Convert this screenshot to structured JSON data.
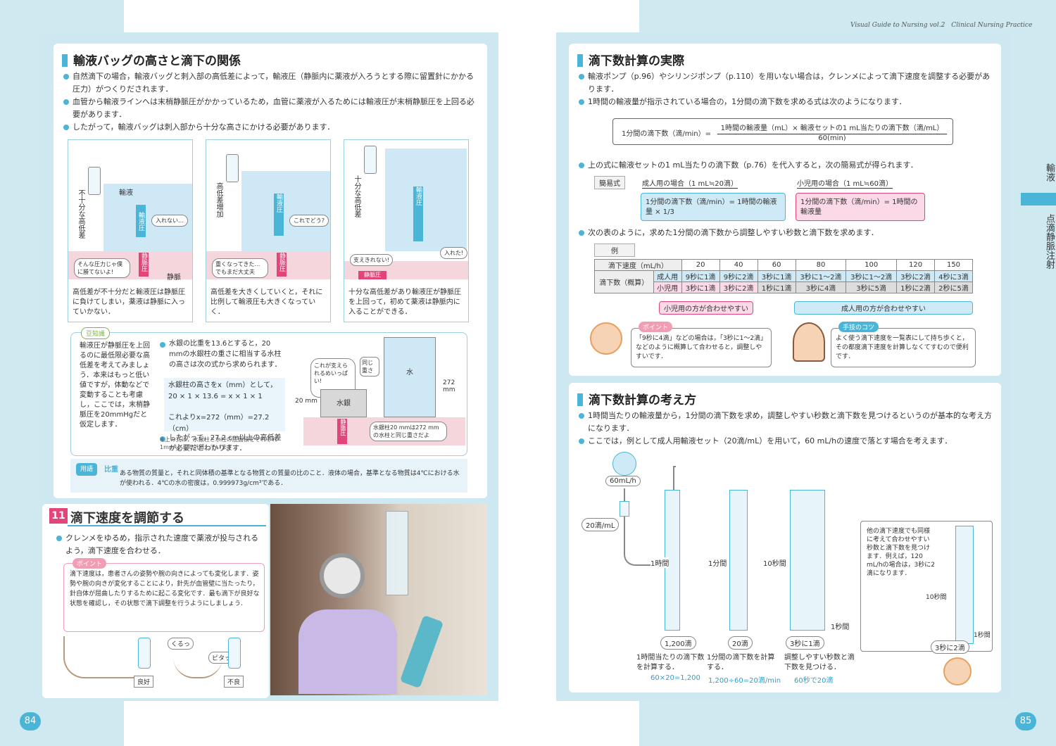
{
  "header": {
    "running": "Visual Guide to Nursing vol.2　Clinical Nursing Practice"
  },
  "left": {
    "section1": {
      "title": "輸液バッグの高さと滴下の関係",
      "bullets": [
        "自然滴下の場合，輸液バッグと刺入部の高低差によって，輸液圧（静脈内に薬液が入ろうとする際に留置針にかかる圧力）がつくりだされます．",
        "血管から輸液ラインへは末梢静脈圧がかかっているため，血管に薬液が入るためには輸液圧が末梢静脈圧を上回る必要があります．",
        "したがって，輸液バッグは刺入部から十分な高さにかける必要があります．"
      ],
      "panels": [
        {
          "side": "不十分な高低差",
          "bag": "輸液",
          "pressure": "輸液圧",
          "bubble": "入れない…",
          "vein_bubble": "そんな圧力じゃ僕に勝てないよ!",
          "vein_pressure": "静脈圧",
          "vein": "静脈",
          "caption": "高低差が不十分だと輸液圧は静脈圧に負けてしまい，薬液は静脈に入っていかない．"
        },
        {
          "side": "高低差増加",
          "pressure": "輸液圧",
          "bubble": "これでどう?",
          "vein_bubble": "重くなってきた…でもまだ大丈夫",
          "vein_pressure": "静脈圧",
          "caption": "高低差を大きくしていくと，それに比例して輸液圧も大きくなっていく．"
        },
        {
          "side": "十分な高低差",
          "pressure": "輸液圧",
          "bubble": "入れた!",
          "vein_bubble": "支えきれない!",
          "vein_pressure": "静脈圧",
          "caption": "十分な高低差があり輸液圧が静脈圧を上回って，初めて薬液は静脈内に入ることができる．"
        }
      ],
      "mame": {
        "label": "豆知識",
        "text": "輸液圧が静脈圧を上回るのに最低限必要な高低差を考えてみましょう．本来はもっと低い値ですが，体動などで変動することも考慮し，ここでは，末梢静脈圧を20mmHgだと仮定します．",
        "b1": "水銀の比重を13.6とすると，20 mmの水銀柱の重さに相当する水柱の高さは次の式から求められます．",
        "f1": "水銀柱の高さをx（mm）として，",
        "f2": "20 × 1 × 13.6 = x × 1 × 1",
        "f3": "これよりx=272（mm）=27.2（cm）",
        "b2": "したがって，27.2 cm以上の高低差が必要だとわかります．",
        "note": "※上の式は，水銀柱と水柱の底面積をそれぞれ1mm²として計算しています．",
        "d_bubble": "これが支えられるめいっぱい!",
        "d_same": "同じ重さ",
        "d_hg": "水銀",
        "d_water": "水",
        "d_20": "20 mm",
        "d_272": "272 mm",
        "d_vp": "静脈圧",
        "d_note": "水銀柱20 mmは272 mmの水柱と同じ重さだよ"
      },
      "yougo": {
        "label": "用語",
        "term": "比重",
        "text": "ある物質の質量と，それと同体積の基準となる物質との質量の比のこと．液体の場合，基準となる物質は4℃における水が使われる．4℃の水の密度は，0.999973g/cm³である．"
      }
    },
    "section2": {
      "num": "11",
      "title": "滴下速度を調節する",
      "bullet": "クレンメをゆるめ，指示された速度で薬液が投与されるよう，滴下速度を合わせる．",
      "point": "ポイント",
      "point_text": "滴下速度は，患者さんの姿勢や腕の向きによっても変化します．姿勢や腕の向きが変化することにより，針先が血管壁に当たったり，針自体が屈曲したりするために起こる変化です．最も滴下が良好な状態を確認し，その状態で滴下調整を行うようにしましょう．",
      "good": "良好",
      "bad": "不良",
      "kuru": "くるっ",
      "pita": "ピタッ"
    },
    "page": "84"
  },
  "right": {
    "section1": {
      "title": "滴下数計算の実際",
      "b1": "輸液ポンプ（p.96）やシリンジポンプ（p.110）を用いない場合は，クレンメによって滴下速度を調整する必要があります．",
      "b2": "1時間の輸液量が指示されている場合の，1分間の滴下数を求める式は次のようになります．",
      "formula_left": "1分間の滴下数（滴/min）=",
      "formula_num": "1時間の輸液量（mL）× 輸液セットの1 mL当たりの滴下数（滴/mL）",
      "formula_den": "60(min)",
      "b3": "上の式に輸液セットの1 mL当たりの滴下数（p.76）を代入すると，次の簡易式が得られます．",
      "simple": "簡易式",
      "adult": "成人用の場合（1 mL≒20滴）",
      "child": "小児用の場合（1 mL≒60滴）",
      "adult_f": "1分間の滴下数（滴/min）= 1時間の輸液量 × 1/3",
      "child_f": "1分間の滴下数（滴/min）= 1時間の輸液量",
      "b4": "次の表のように，求めた1分間の滴下数から調整しやすい秒数と滴下数を求めます．",
      "example": "例",
      "table": {
        "h0": "滴下速度（mL/h）",
        "cols": [
          "20",
          "40",
          "60",
          "80",
          "100",
          "120",
          "150"
        ],
        "rowlab": "滴下数（概算）",
        "adult": "成人用",
        "child": "小児用",
        "adult_vals": [
          "9秒に1滴",
          "9秒に2滴",
          "3秒に1滴",
          "3秒に1〜2滴",
          "3秒に1〜2滴",
          "3秒に2滴",
          "4秒に3滴"
        ],
        "child_vals": [
          "3秒に1滴",
          "3秒に2滴",
          "1秒に1滴",
          "3秒に4滴",
          "3秒に5滴",
          "1秒に2滴",
          "2秒に5滴"
        ],
        "child_note": "小児用の方が合わせやすい",
        "adult_note": "成人用の方が合わせやすい"
      },
      "point": "ポイント",
      "point_text": "「9秒に4滴」などの場合は，「3秒に1〜2滴」などのように概算して合わせると，調整しやすいです．",
      "kotsu": "手技のコツ",
      "kotsu_text": "よく使う滴下速度を一覧表にして持ち歩くと，その都度滴下速度を計算しなくてすむので便利です．"
    },
    "section2": {
      "title": "滴下数計算の考え方",
      "b1": "1時間当たりの輸液量から，1分間の滴下数を求め，調整しやすい秒数と滴下数を見つけるというのが基本的な考え方になります．",
      "b2": "ここでは，例として成人用輸液セット（20滴/mL）を用いて，60 mL/hの速度で落とす場合を考えます．",
      "rate": "60mL/h",
      "set": "20滴/mL",
      "hour": "1時間",
      "min": "1分間",
      "sec10": "10秒間",
      "sec1": "1秒間",
      "n1": "1,200滴",
      "n2": "20滴",
      "n3": "3秒に1滴",
      "s1": "1時間当たりの滴下数を計算する．",
      "s2": "1分間の滴下数を計算する．",
      "s3": "調整しやすい秒数と滴下数を見つける．",
      "c1": "60×20=1,200",
      "c2": "1,200÷60=20滴/min",
      "c3": "60秒で20滴",
      "side_text": "他の滴下速度でも同様に考えて合わせやすい秒数と滴下数を見つけます．例えば，120 mL/hの場合は，3秒に2滴になります．",
      "side_10": "10秒間",
      "side_1": "1秒間",
      "side_n": "3秒に2滴"
    },
    "tab1": "輸液",
    "tab2": "点滴静脈注射",
    "page": "85"
  }
}
